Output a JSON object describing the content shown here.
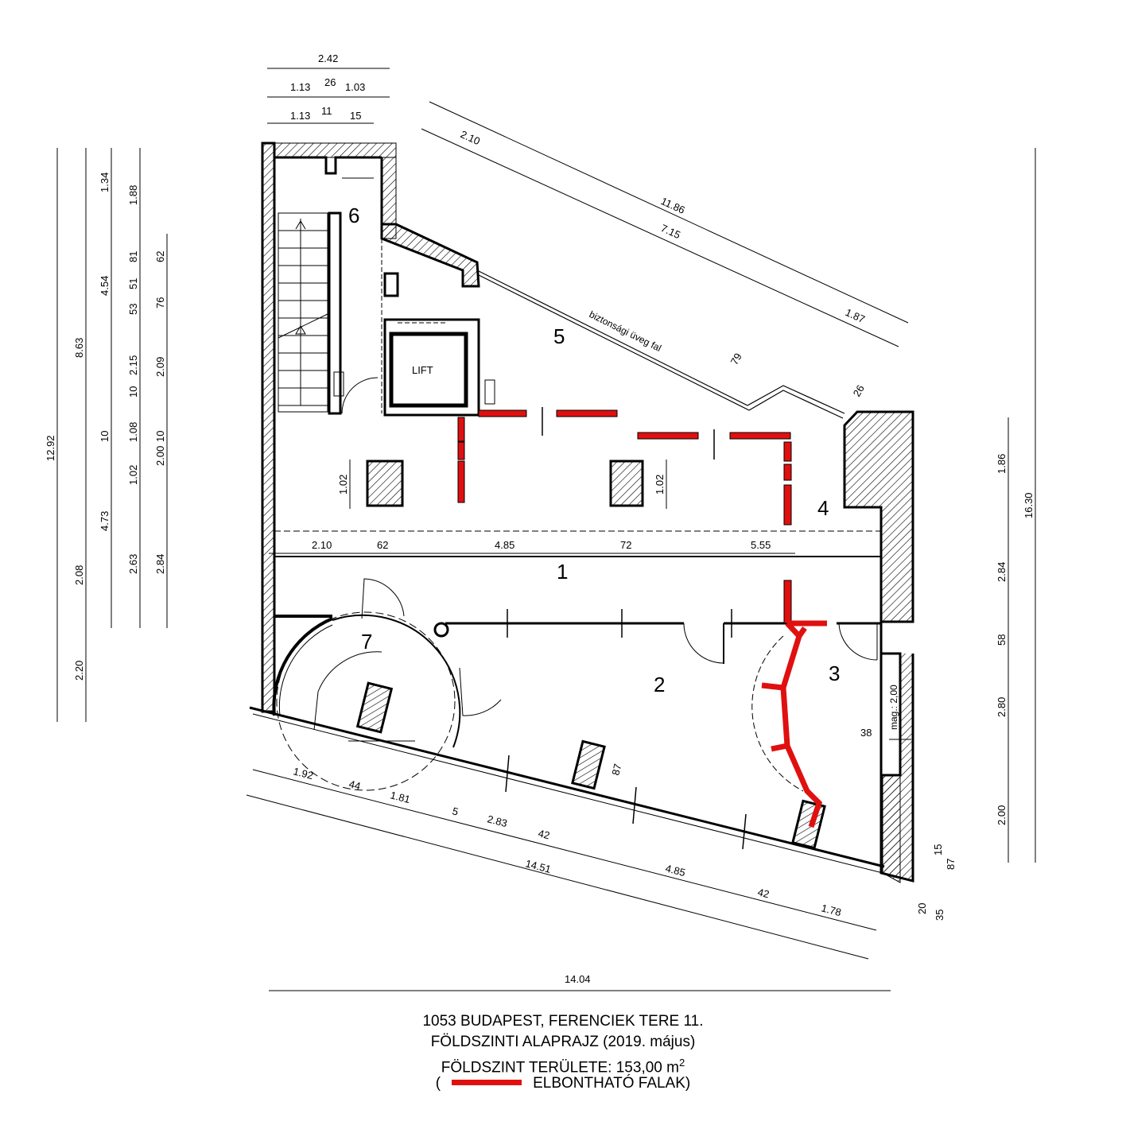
{
  "rooms": [
    "1",
    "2",
    "3",
    "4",
    "5",
    "6",
    "7"
  ],
  "labels": {
    "lift": "LIFT",
    "glass_wall": "biztonsági üveg fal",
    "height": "mag.: 2,00"
  },
  "dims": {
    "top_h": [
      "2.42",
      "1.13",
      "26",
      "1.03",
      "1.13",
      "11",
      "15"
    ],
    "top_diag": [
      "2.10",
      "11.86",
      "7.15",
      "1.87",
      "79",
      "26"
    ],
    "left_v": [
      "12.92",
      "8.63",
      "2.08",
      "2.20",
      "1.34",
      "4.54",
      "10",
      "4.73",
      "1.88",
      "81",
      "51",
      "53",
      "2.15",
      "10",
      "1.08",
      "1.02",
      "2.63",
      "62",
      "76",
      "2.09",
      "10",
      "2.00",
      "2.84"
    ],
    "interior": [
      "1.02",
      "1.02",
      "87",
      "38"
    ],
    "mid_h": [
      "2.10",
      "62",
      "4.85",
      "72",
      "5.55"
    ],
    "right_v": [
      "16.30",
      "1.86",
      "2.84",
      "58",
      "2.80",
      "2.00"
    ],
    "bottom_right": [
      "15",
      "87",
      "20",
      "35"
    ],
    "bottom_diag": [
      "1.92",
      "44",
      "1.81",
      "5",
      "2.83",
      "42",
      "14.51",
      "4.85",
      "42",
      "1.78"
    ],
    "bottom_total": "14.04"
  },
  "caption": {
    "line1": "1053 BUDAPEST, FERENCIEK TERE 11.",
    "line2": "FÖLDSZINTI ALAPRAJZ (2019. május)",
    "line3_text": "FÖLDSZINT TERÜLETE: 153,00 m",
    "line3_sup": "2",
    "legend_open": "(",
    "legend_text": "ELBONTHATÓ FALAK)"
  },
  "colors": {
    "demolish": "#e01010",
    "line": "#000000",
    "background": "#ffffff"
  }
}
